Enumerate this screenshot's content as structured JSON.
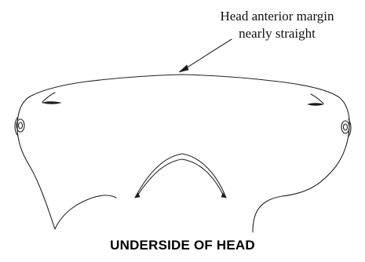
{
  "annotation": {
    "line1": "Head anterior margin",
    "line2": "nearly straight"
  },
  "caption": "UNDERSIDE OF HEAD"
}
